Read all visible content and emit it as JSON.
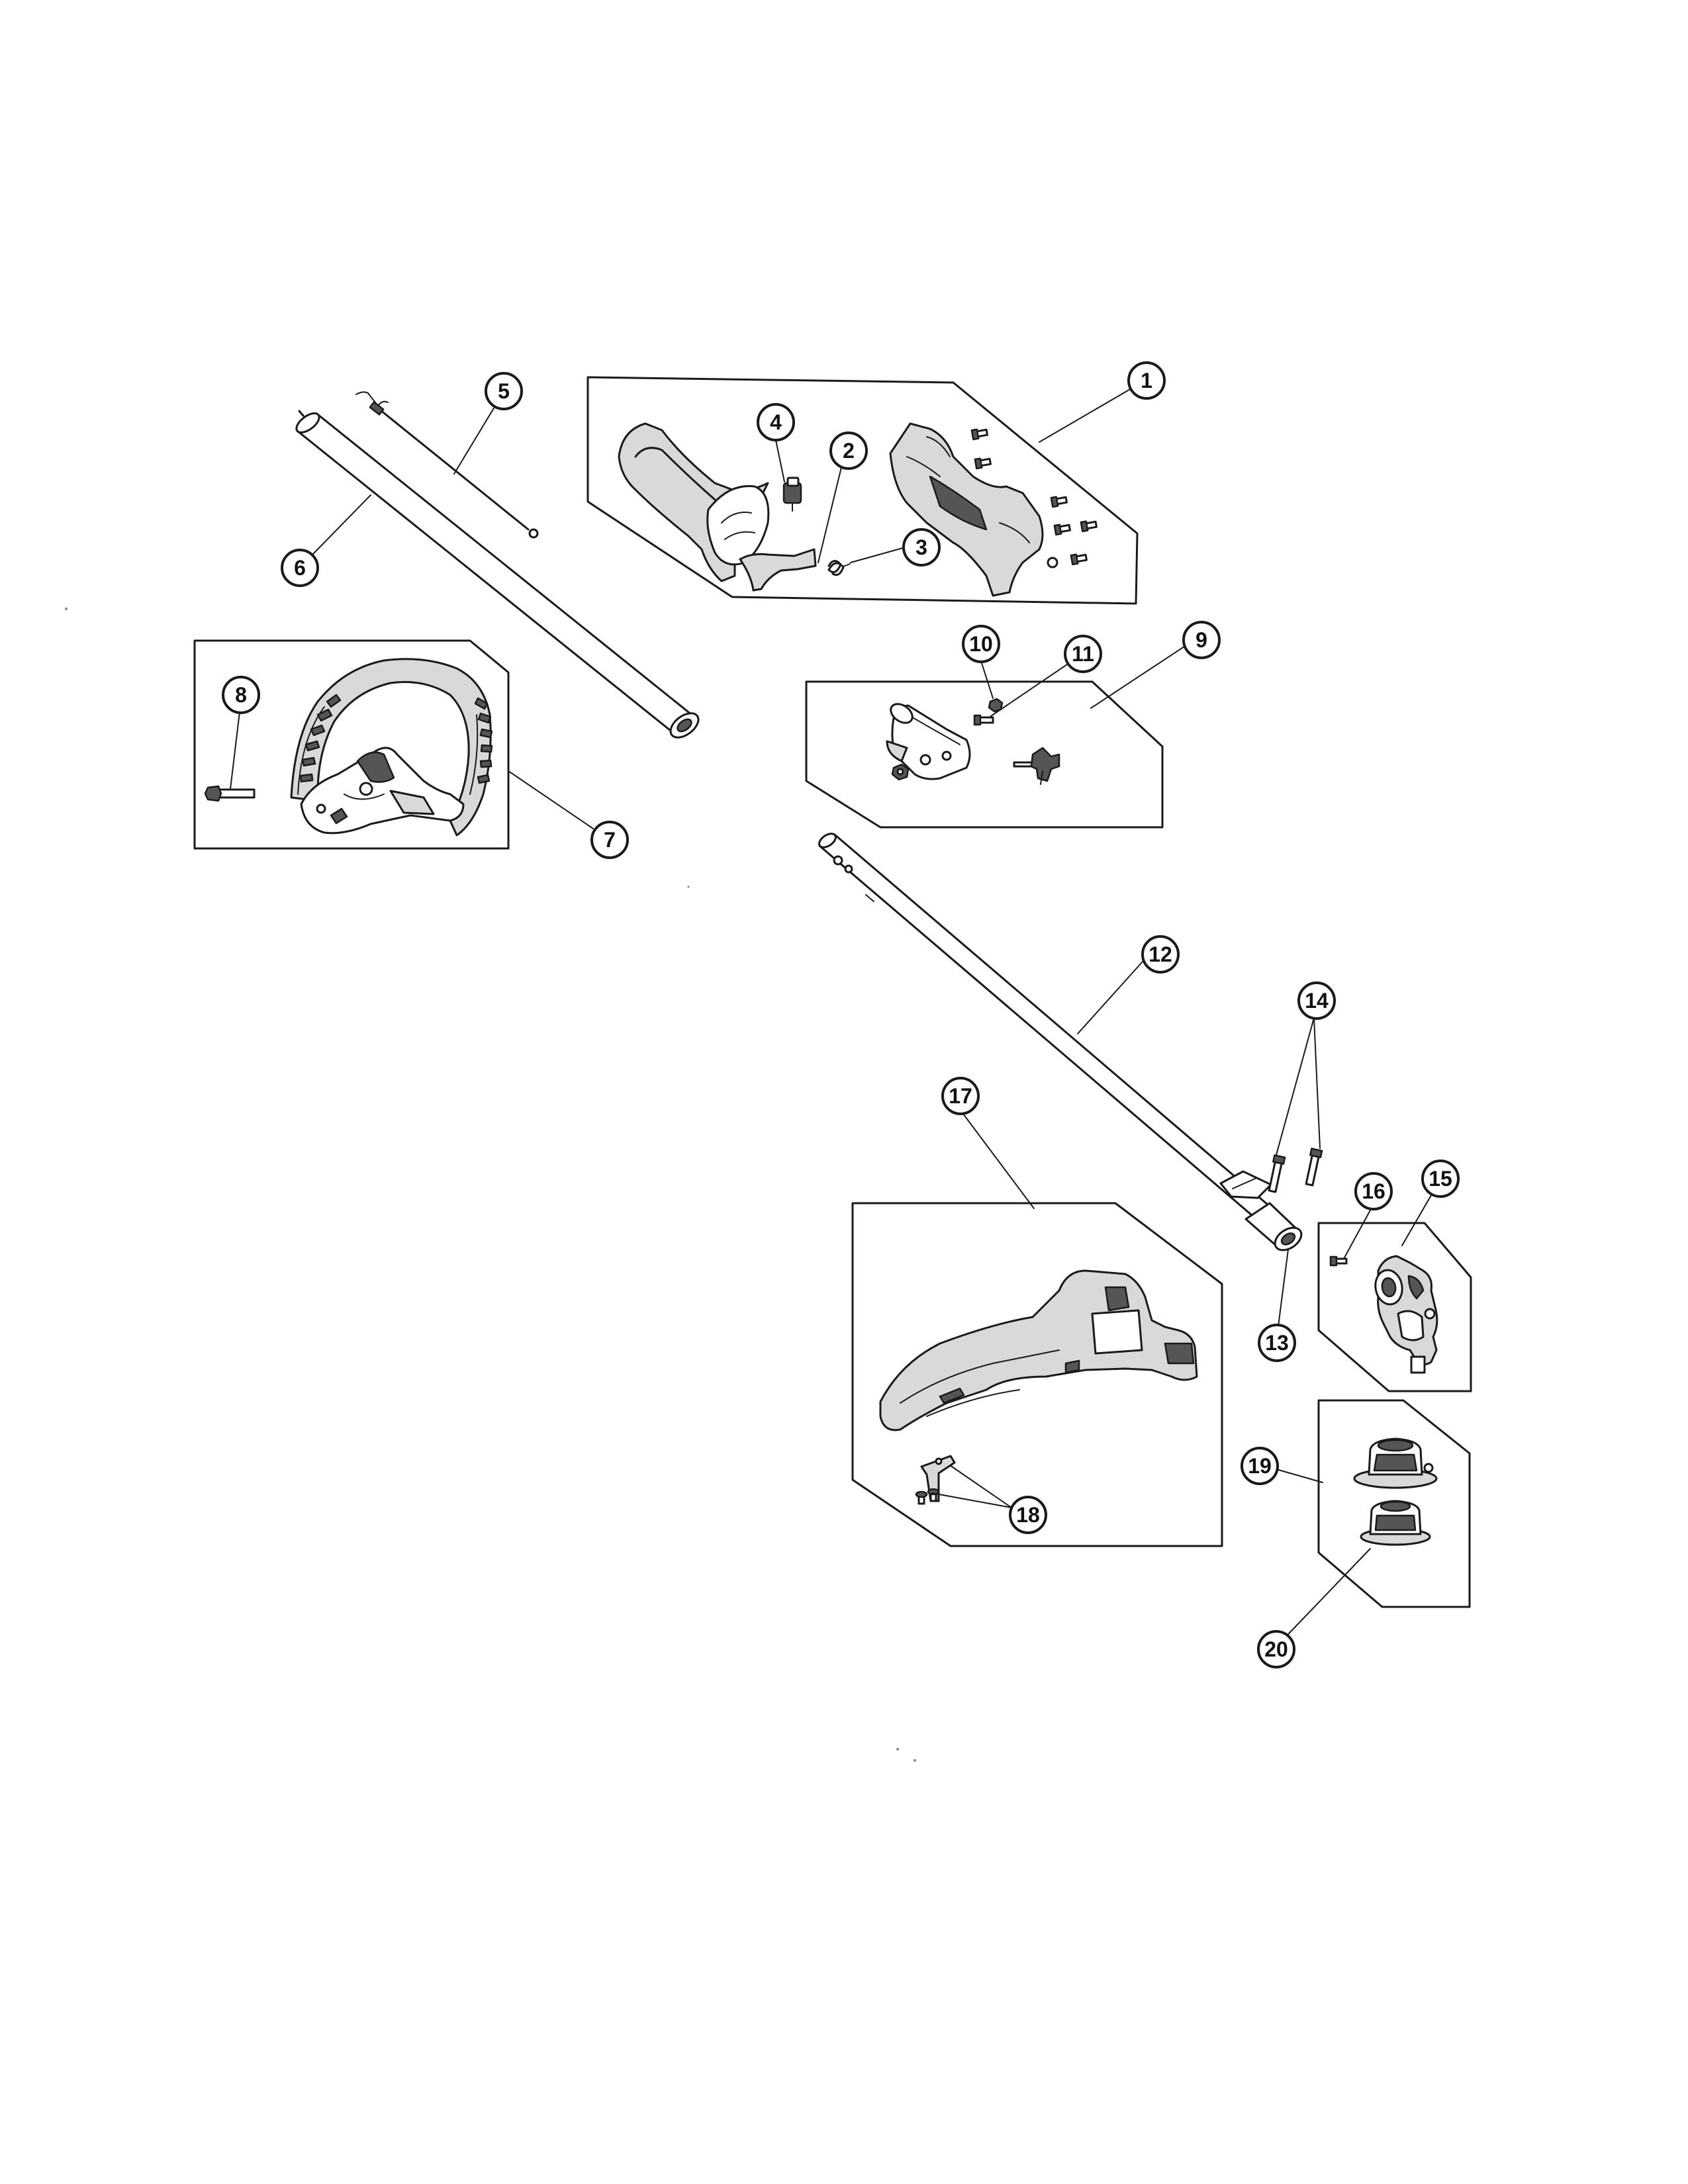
{
  "callouts": {
    "c1": "1",
    "c2": "2",
    "c3": "3",
    "c4": "4",
    "c5": "5",
    "c6": "6",
    "c7": "7",
    "c8": "8",
    "c9": "9",
    "c10": "10",
    "c11": "11",
    "c12": "12",
    "c13": "13",
    "c14": "14",
    "c15": "15",
    "c16": "16",
    "c17": "17",
    "c18": "18",
    "c19": "19",
    "c20": "20"
  }
}
